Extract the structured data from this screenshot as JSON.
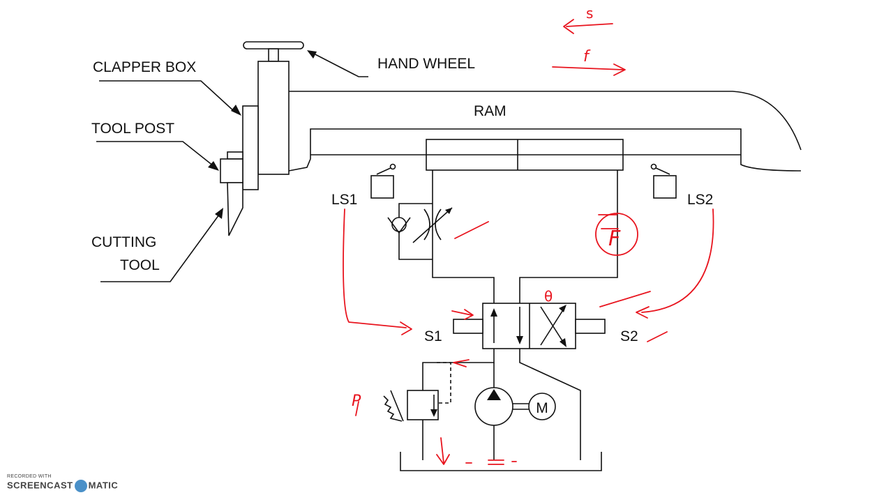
{
  "labels": {
    "clapper_box": "CLAPPER BOX",
    "hand_wheel": "HAND WHEEL",
    "ram": "RAM",
    "tool_post": "TOOL POST",
    "cutting_tool_1": "CUTTING",
    "cutting_tool_2": "TOOL",
    "ls1": "LS1",
    "ls2": "LS2",
    "s1": "S1",
    "s2": "S2",
    "motor": "M"
  },
  "annotations": {
    "s": "s",
    "f": "f",
    "f_circled": "F",
    "p": "P",
    "theta": "θ"
  },
  "watermark": {
    "line1": "RECORDED WITH",
    "line2a": "SCREENCAST",
    "line2b": "MATIC"
  },
  "colors": {
    "ink": "#111111",
    "annotation": "#e8141e",
    "background": "#ffffff"
  }
}
